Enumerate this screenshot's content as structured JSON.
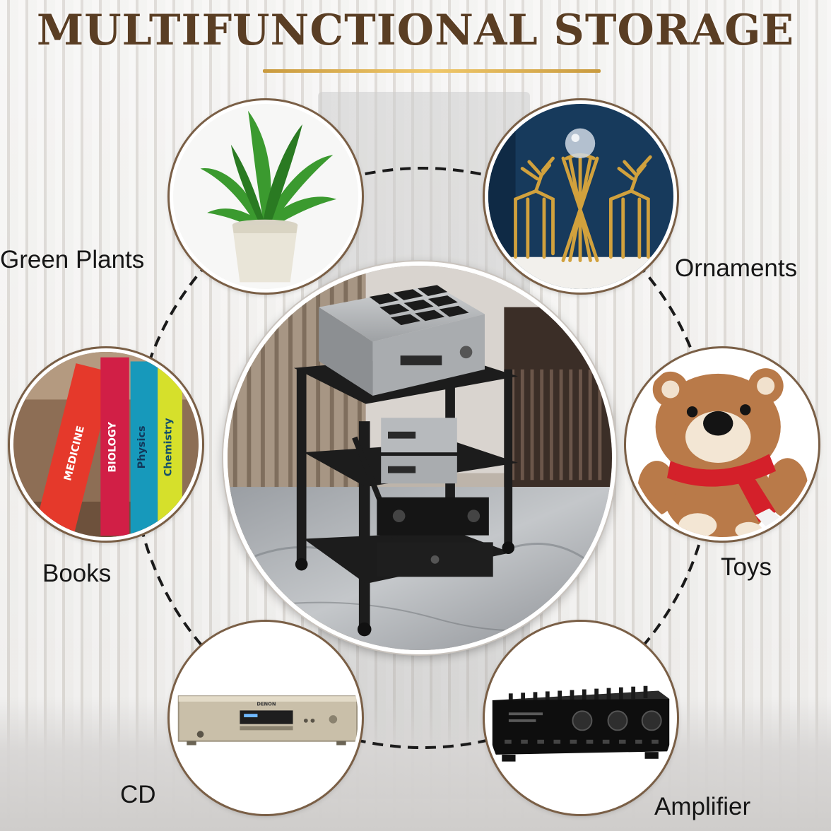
{
  "title": "MULTIFUNCTIONAL STORAGE",
  "colors": {
    "title": "#5a3e24",
    "accent_gold": "#d9a94a",
    "ring_border": "#7a5f46",
    "dashed_line": "#1a1a1a"
  },
  "categories": [
    {
      "id": "green-plants",
      "label": "Green Plants",
      "icon": "potted-plant-icon"
    },
    {
      "id": "ornaments",
      "label": "Ornaments",
      "icon": "gold-deer-ornament-icon"
    },
    {
      "id": "books",
      "label": "Books",
      "icon": "books-icon"
    },
    {
      "id": "toys",
      "label": "Toys",
      "icon": "teddy-bear-icon"
    },
    {
      "id": "cd",
      "label": "CD",
      "icon": "cd-player-icon"
    },
    {
      "id": "amplifier",
      "label": "Amplifier",
      "icon": "amplifier-icon"
    }
  ],
  "books": {
    "spines": [
      "MEDICINE",
      "BIOLOGY",
      "Physics",
      "Chemistry"
    ]
  },
  "cd_player": {
    "brand": "DENON"
  },
  "center_product": {
    "icon": "stereo-rack-cart-icon"
  }
}
